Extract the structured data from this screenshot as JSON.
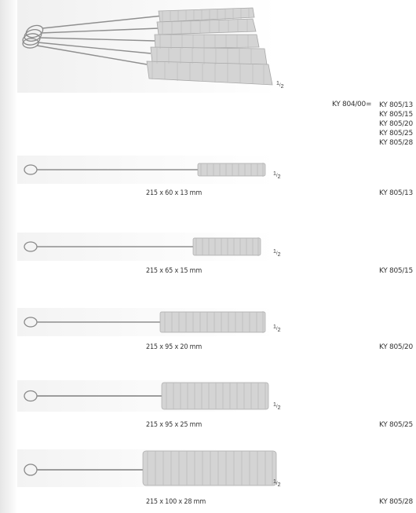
{
  "scale_label": {
    "numerator": "1",
    "denominator": "2"
  },
  "set": {
    "code": "KY 804/00",
    "equals": "=",
    "items": [
      "KY 805/13",
      "KY 805/15",
      "KY 805/20",
      "KY 805/25",
      "KY 805/28"
    ]
  },
  "rows": [
    {
      "dimensions": "215 x 60 x 13 mm",
      "code": "KY 805/13"
    },
    {
      "dimensions": "215 x 65 x 15 mm",
      "code": "KY 805/15"
    },
    {
      "dimensions": "215 x 95 x 20 mm",
      "code": "KY 805/20"
    },
    {
      "dimensions": "215 x 95 x 25 mm",
      "code": "KY 805/25"
    },
    {
      "dimensions": "215 x 100 x 28 mm",
      "code": "KY 805/28"
    }
  ]
}
